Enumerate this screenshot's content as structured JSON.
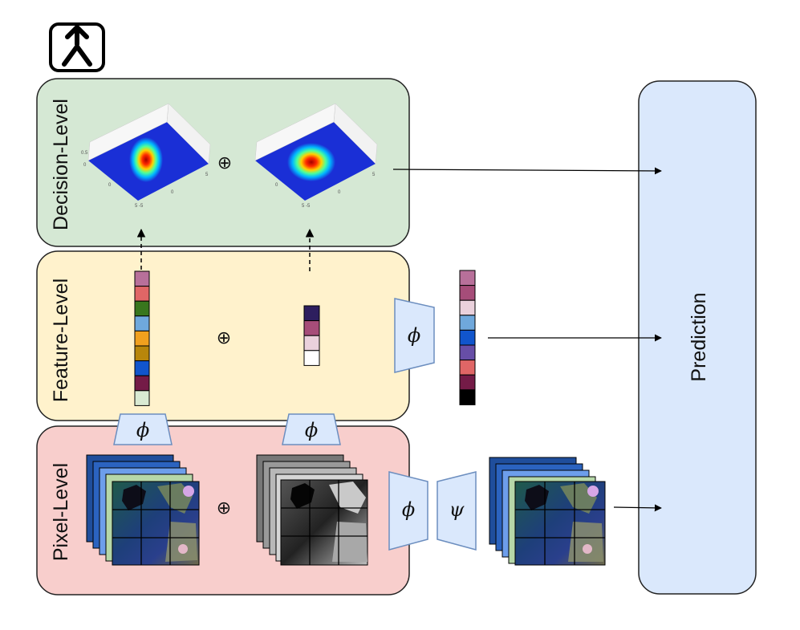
{
  "levels": {
    "decision": "Decision-Level",
    "feature": "Feature-Level",
    "pixel": "Pixel-Level"
  },
  "prediction_label": "Prediction",
  "symbols": {
    "phi": "ϕ",
    "psi": "ψ",
    "oplus": "⊕"
  },
  "colors": {
    "decision_bg": "#d5e8d4",
    "feature_bg": "#fff2cc",
    "pixel_bg": "#f8cecc",
    "prediction_bg": "#dae8fc",
    "encoder_fill": "#dae8fc",
    "encoder_stroke": "#6c8ebf"
  },
  "feature_vectors": {
    "left": [
      "#b8709a",
      "#e06666",
      "#38761d",
      "#6fa8dc",
      "#f1a01e",
      "#b8860b",
      "#1155cc",
      "#741b47",
      "#d9ead3"
    ],
    "middle": [
      "#2d1e5e",
      "#a64d79",
      "#ead1dc",
      "#ffffff"
    ],
    "right": [
      "#b8709a",
      "#a64d79",
      "#ead1dc",
      "#6fa8dc",
      "#1155cc",
      "#674ea7",
      "#e06666",
      "#741b47",
      "#000000"
    ]
  },
  "icon": "merge-icon"
}
